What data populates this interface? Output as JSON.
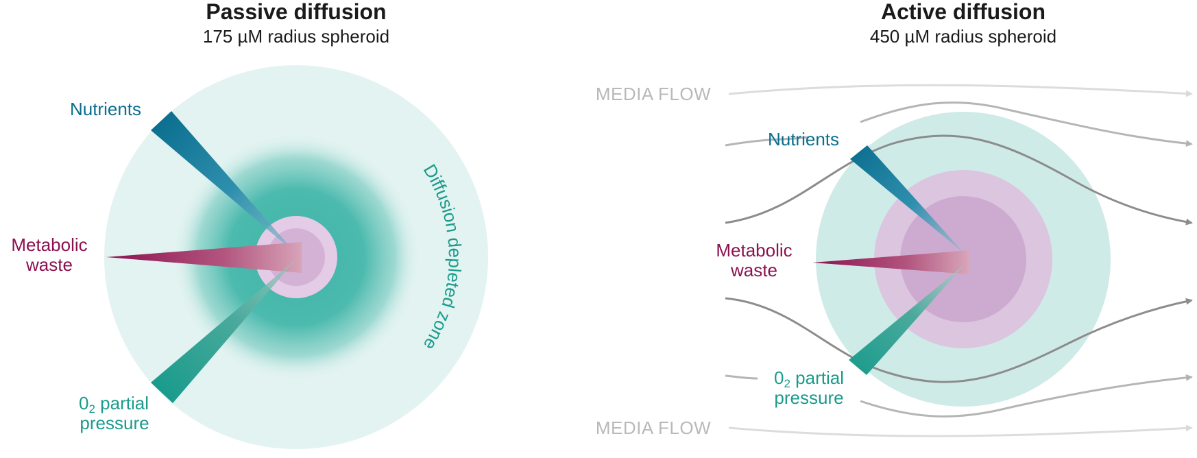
{
  "passive": {
    "title": "Passive diffusion",
    "subtitle": "175 µM radius spheroid",
    "nutrients": "Nutrients",
    "waste_line1": "Metabolic",
    "waste_line2": "waste",
    "o2_line1": "0",
    "o2_sub": "2",
    "o2_rest": " partial",
    "o2_line2": "pressure",
    "zone": "Diffusion depleted zone"
  },
  "active": {
    "title": "Active diffusion",
    "subtitle": "450 µM radius spheroid",
    "nutrients": "Nutrients",
    "waste_line1": "Metabolic",
    "waste_line2": "waste",
    "o2_line1": "0",
    "o2_sub": "2",
    "o2_rest": " partial",
    "o2_line2": "pressure",
    "flow_top": "MEDIA FLOW",
    "flow_bottom": "MEDIA FLOW"
  },
  "colors": {
    "nutrients": "#0b6e8e",
    "waste": "#8c1150",
    "oxygen": "#1a9b8c",
    "halo": "#e2f3f1",
    "core": "#cfa9cf",
    "flow": "#9a9a9a"
  }
}
